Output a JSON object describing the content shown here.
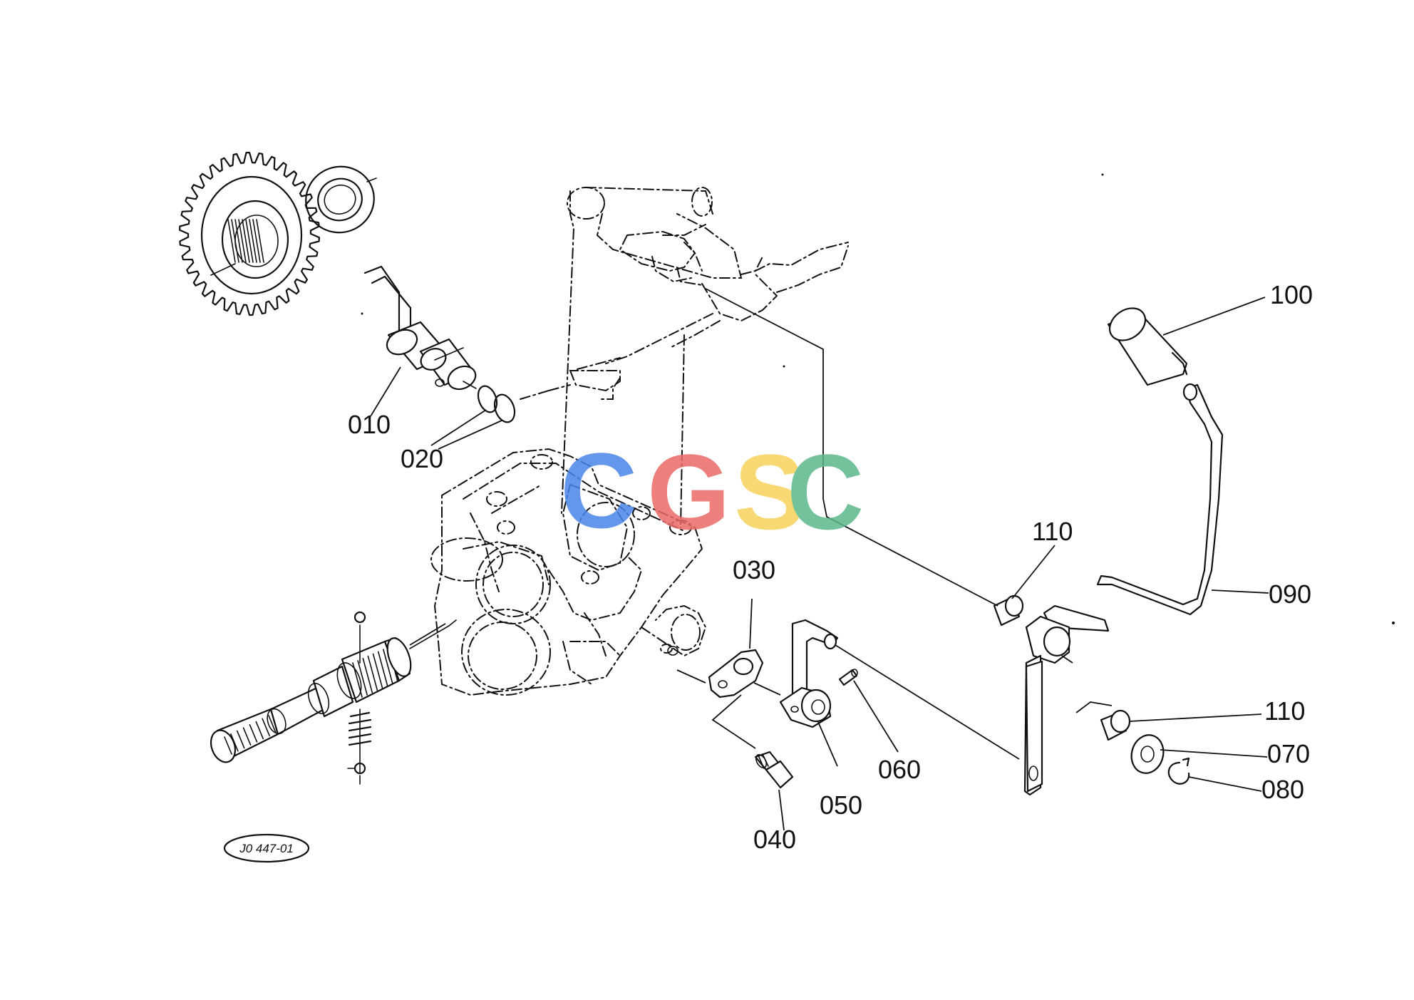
{
  "diagram": {
    "callouts": {
      "p010": "010",
      "p020": "020",
      "p030": "030",
      "p040": "040",
      "p050": "050",
      "p060": "060",
      "p070": "070",
      "p080": "080",
      "p090": "090",
      "p100": "100",
      "p110a": "110",
      "p110b": "110"
    },
    "drawing_code": "J0 447-01",
    "watermark": {
      "letters": [
        "C",
        "G",
        "S",
        "C"
      ],
      "colors": [
        "#4a86e8",
        "#ea6b66",
        "#f6d25a",
        "#5cb88a"
      ]
    }
  }
}
